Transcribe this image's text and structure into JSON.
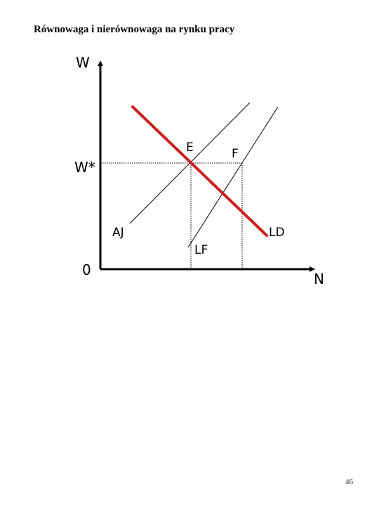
{
  "title": "Równowaga i nierównowaga na rynku pracy",
  "diagram": {
    "axis_y_label": "W",
    "axis_x_label": "N",
    "origin_label": "0",
    "wage_label": "W*",
    "point_e_label": "E",
    "point_f_label": "F",
    "curve_aj_label": "AJ",
    "curve_lf_label": "LF",
    "curve_ld_label": "LD",
    "ld_color": "#cc1f1f",
    "line_color": "#000000"
  },
  "page_number": "46"
}
